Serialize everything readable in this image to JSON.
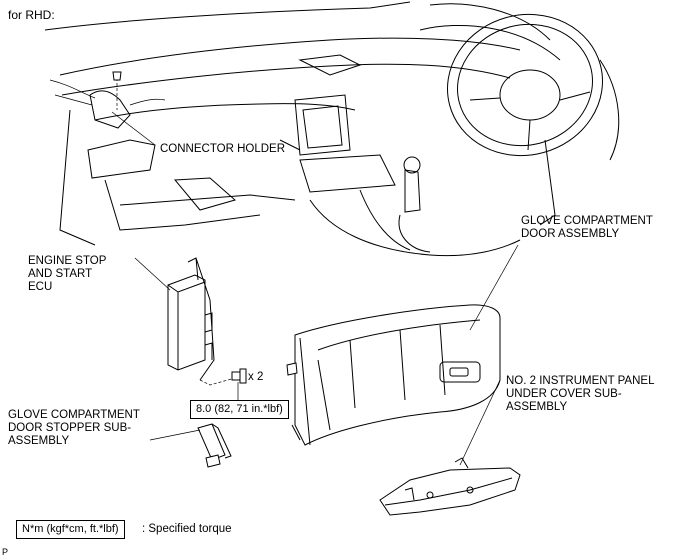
{
  "heading": "for RHD:",
  "labels": {
    "connector_holder": "CONNECTOR HOLDER",
    "glove_compartment_door": [
      "GLOVE COMPARTMENT",
      "DOOR ASSEMBLY"
    ],
    "engine_stop_ecu": [
      "ENGINE STOP",
      "AND START",
      "ECU"
    ],
    "no2_under_cover": [
      "NO. 2 INSTRUMENT PANEL",
      "UNDER COVER SUB-",
      "ASSEMBLY"
    ],
    "door_stopper": [
      "GLOVE COMPARTMENT",
      "DOOR STOPPER SUB-",
      "ASSEMBLY"
    ],
    "bolt_qty": "x 2"
  },
  "torque_value": "8.0 (82, 71 in.*lbf)",
  "legend": {
    "unit_box": "N*m (kgf*cm, ft.*lbf)",
    "description": ": Specified torque"
  },
  "corner_mark": "P"
}
